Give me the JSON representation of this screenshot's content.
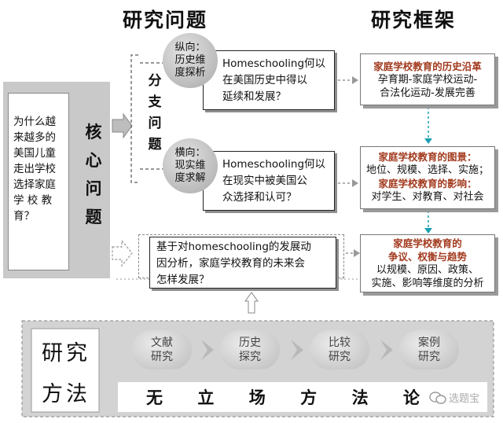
{
  "headers": {
    "left": "研究问题",
    "right": "研究框架"
  },
  "core_question": {
    "label_chars": [
      "核",
      "心",
      "问",
      "题"
    ],
    "text_lines": [
      "为什么越",
      "来越多的",
      "美国儿童",
      "走出学校",
      "选择家庭",
      "学 校 教",
      "育？"
    ]
  },
  "sub_question": {
    "label_chars": [
      "分",
      "支",
      "问",
      "题"
    ]
  },
  "vertical": {
    "circle_lines": [
      "纵向：",
      "历史维",
      "度探析"
    ],
    "question_lines": [
      "Homeschooling何以",
      "在美国历史中得以",
      "延续和发展？"
    ]
  },
  "horizontal": {
    "circle_lines": [
      "横向：",
      "现实维",
      "度求解"
    ],
    "question_lines": [
      "Homeschooling何以",
      "在现实中被美国公",
      "众选择和认可？"
    ]
  },
  "future_question": {
    "lines": [
      "基于对homeschooling的发展动",
      "因分析，家庭学校教育的未来会",
      "怎样发展？"
    ]
  },
  "frameworks": [
    {
      "title_lines": [
        "家庭学校教育的历史沿革"
      ],
      "lines": [
        "孕育期-家庭学校运动-",
        "合法化运动-发展完善"
      ]
    },
    {
      "title_lines": [
        "家庭学校教育的图景："
      ],
      "lines": [
        "地位、规模、选择、实施；"
      ],
      "title2_lines": [
        "家庭学校教育的影响："
      ],
      "lines2": [
        "对学生、对教育、对社会"
      ]
    },
    {
      "title_lines": [
        "家庭学校教育的",
        "争议、权衡与趋势"
      ],
      "lines": [
        "以规模、原因、政策、",
        "实施、影响等维度的分析"
      ]
    }
  ],
  "methods": {
    "label_chars": [
      "研",
      "究",
      "方",
      "法"
    ],
    "items": [
      {
        "lines": [
          "文献",
          "研究"
        ]
      },
      {
        "lines": [
          "历史",
          "探究"
        ]
      },
      {
        "lines": [
          "比较",
          "研究"
        ]
      },
      {
        "lines": [
          "案例",
          "研究"
        ]
      }
    ],
    "bottom_chars": [
      "无",
      "立",
      "场",
      "方",
      "法",
      "论"
    ]
  },
  "watermark": "选题宝",
  "colors": {
    "framework_title": "#a23a1e",
    "connector": "#1aa0b0",
    "band": "#d3d3d3"
  }
}
